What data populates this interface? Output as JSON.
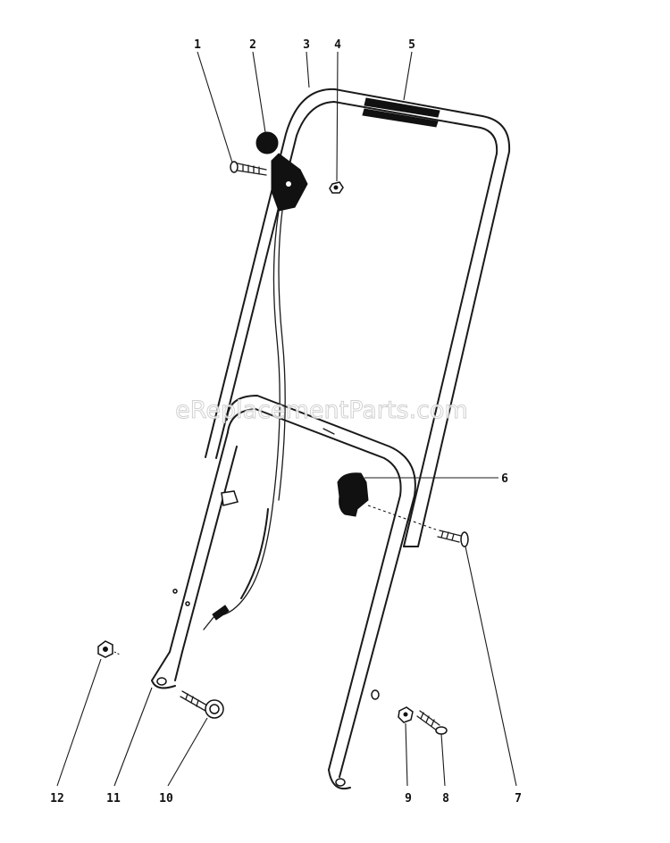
{
  "watermark": "eReplacementParts.com",
  "callouts": {
    "1": "1",
    "2": "2",
    "3": "3",
    "4": "4",
    "5": "5",
    "6": "6",
    "7": "7",
    "8": "8",
    "9": "9",
    "10": "10",
    "11": "11",
    "12": "12"
  }
}
